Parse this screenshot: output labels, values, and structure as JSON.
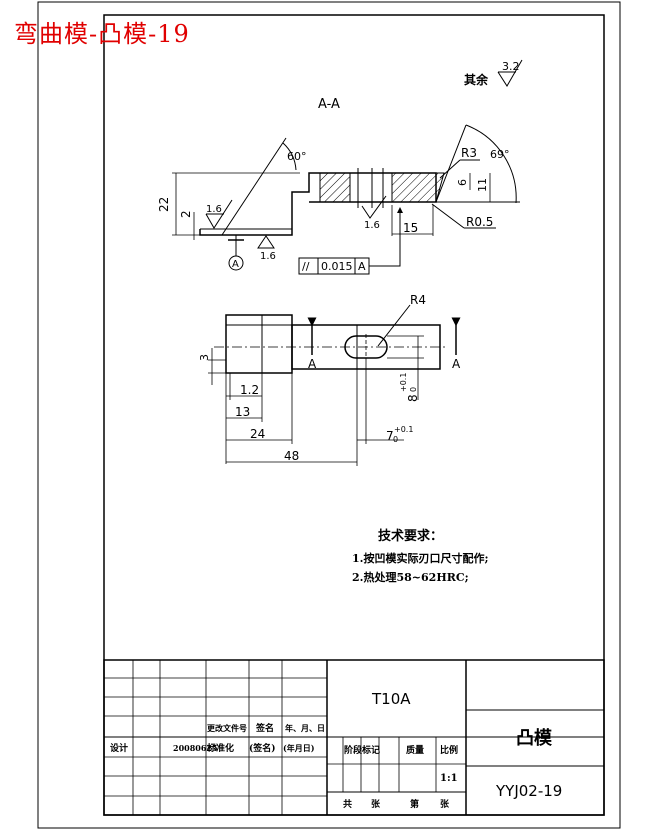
{
  "page_title": "弯曲模-凸模-19",
  "surface_finish": {
    "rest_label": "其余",
    "rest_value": "3.2",
    "value_1": "1.6",
    "value_2": "1.6",
    "value_3": "1.6"
  },
  "section_view": {
    "label": "A-A",
    "angle_left": "60°",
    "angle_right": "69°",
    "radius_top": "R3",
    "radius_bottom": "R0.5",
    "dim_height_total": "22",
    "dim_step": "2",
    "dim_6": "6",
    "dim_11": "11",
    "dim_15": "15",
    "datum": "A",
    "tolerance_symbol": "//",
    "tolerance_value": "0.015",
    "tolerance_datum": "A"
  },
  "plan_view": {
    "radius": "R4",
    "cut_label_left": "A",
    "cut_label_right": "A",
    "dim_3": "3",
    "dim_1_2": "1.2",
    "dim_13": "13",
    "dim_24": "24",
    "dim_48": "48",
    "dim_7": "7",
    "dim_7_tol": "+0.1",
    "dim_7_tol2": "0",
    "dim_8": "8",
    "dim_8_tol": "+0.1",
    "dim_8_tol2": "0"
  },
  "technical_requirements": {
    "title": "技术要求：",
    "items": [
      "1.按凹模实际刃口尺寸配作;",
      "2.热处理58~62HRC;"
    ]
  },
  "title_block": {
    "material": "T10A",
    "part_name": "凸模",
    "drawing_number": "YYJ02-19",
    "change_doc": "更改文件号",
    "signature": "签名",
    "date_ymd": "年、月、日",
    "design": "设计",
    "design_date": "20080625",
    "standardization": "标准化",
    "sign_paren": "(签名)",
    "date_paren": "(年月日)",
    "stage_mark": "阶段标记",
    "weight": "质量",
    "scale_label": "比例",
    "scale_value": "1:1",
    "total": "共",
    "sheets": "张",
    "sheet_no": "第",
    "sheet_unit": "张"
  }
}
